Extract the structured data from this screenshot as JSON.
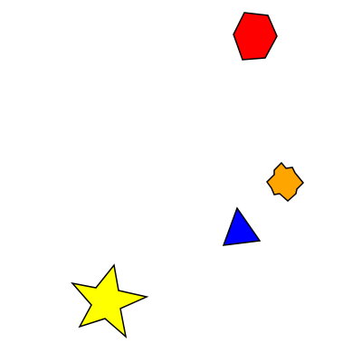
{
  "canvas": {
    "background": "#ffffff"
  },
  "shapes": [
    {
      "kind": "hexagon",
      "icon": "hexagon-icon",
      "fill": "#ff0000"
    },
    {
      "kind": "cross",
      "icon": "cross-icon",
      "fill": "#ffa500"
    },
    {
      "kind": "triangle",
      "icon": "triangle-icon",
      "fill": "#0000ff"
    },
    {
      "kind": "star",
      "icon": "star-icon",
      "fill": "#ffff00"
    }
  ],
  "stroke_color": "#000000"
}
